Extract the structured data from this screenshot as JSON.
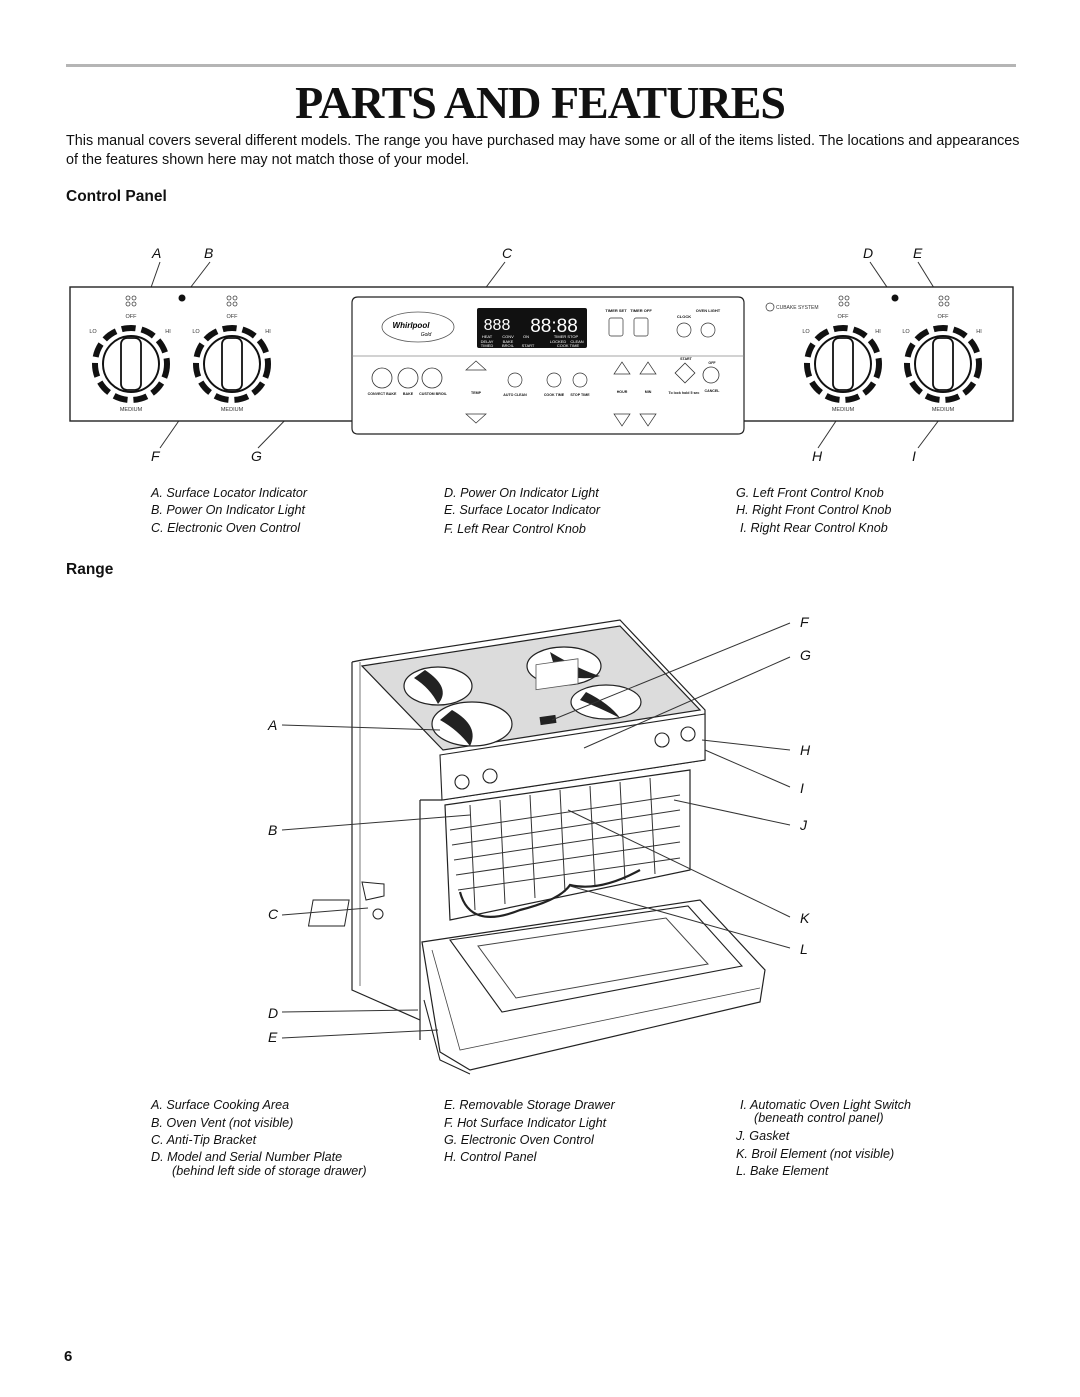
{
  "page": {
    "title": "Parts and Features",
    "intro": "This manual covers several different models. The range you have purchased may have some or all of the items listed. The locations and appearances of the features shown here may not match those of your model.",
    "page_number": "6"
  },
  "control_panel": {
    "heading": "Control Panel",
    "callouts": {
      "A": "A",
      "B": "B",
      "C": "C",
      "D": "D",
      "E": "E",
      "F": "F",
      "G": "G",
      "H": "H",
      "I": "I"
    },
    "panel_text": {
      "off": "OFF",
      "lo": "LO",
      "hi": "HI",
      "medium": "MEDIUM",
      "display_left": "888",
      "display_right": "88:88",
      "timer_set": "TIMER SET",
      "timer_off": "TIMER OFF",
      "clock": "CLOCK",
      "oven_light": "OVEN LIGHT",
      "heat": "HEAT",
      "conv": "CONV",
      "on": "ON",
      "timer_stop": "TIMER STOP",
      "delay": "DELAY",
      "bake": "BAKE",
      "locked": "LOCKED",
      "clean": "CLEAN",
      "timed": "TIMED",
      "broil": "BROIL",
      "start": "START",
      "cook_time": "COOK TIME",
      "brand": "Whirlpool",
      "brand_sub": "Gold",
      "cubake": "CUBAKE SYSTEM",
      "convect_bake": "CONVECT BAKE",
      "custom_broil": "CUSTOM BROIL",
      "temp": "TEMP",
      "auto_clean": "AUTO CLEAN",
      "cook_time_btn": "COOK TIME",
      "stop_time": "STOP TIME",
      "hour": "HOUR",
      "min": "MIN",
      "start_btn": "START",
      "off_btn": "OFF",
      "to_lock": "To lock hold 5 sec",
      "cancel": "CANCEL"
    },
    "legend": [
      [
        "A. Surface Locator Indicator",
        "B. Power On Indicator Light",
        "C. Electronic Oven Control"
      ],
      [
        "D. Power On Indicator Light",
        "E. Surface Locator Indicator",
        "F. Left Rear Control Knob"
      ],
      [
        "G. Left Front Control Knob",
        "H. Right Front Control Knob",
        "I. Right Rear Control Knob"
      ]
    ]
  },
  "range": {
    "heading": "Range",
    "callouts": {
      "A": "A",
      "B": "B",
      "C": "C",
      "D": "D",
      "E": "E",
      "F": "F",
      "G": "G",
      "H": "H",
      "I": "I",
      "J": "J",
      "K": "K",
      "L": "L"
    },
    "legend": [
      [
        "A. Surface Cooking Area",
        "B. Oven Vent (not visible)",
        "C. Anti-Tip Bracket",
        "D. Model and Serial Number Plate",
        "(behind left side of storage drawer)"
      ],
      [
        "E. Removable Storage Drawer",
        "F. Hot Surface Indicator Light",
        "G. Electronic Oven Control",
        "H. Control Panel"
      ],
      [
        "I. Automatic Oven Light Switch",
        "(beneath control panel)",
        "J. Gasket",
        "K. Broil Element (not visible)",
        "L. Bake Element"
      ]
    ]
  }
}
